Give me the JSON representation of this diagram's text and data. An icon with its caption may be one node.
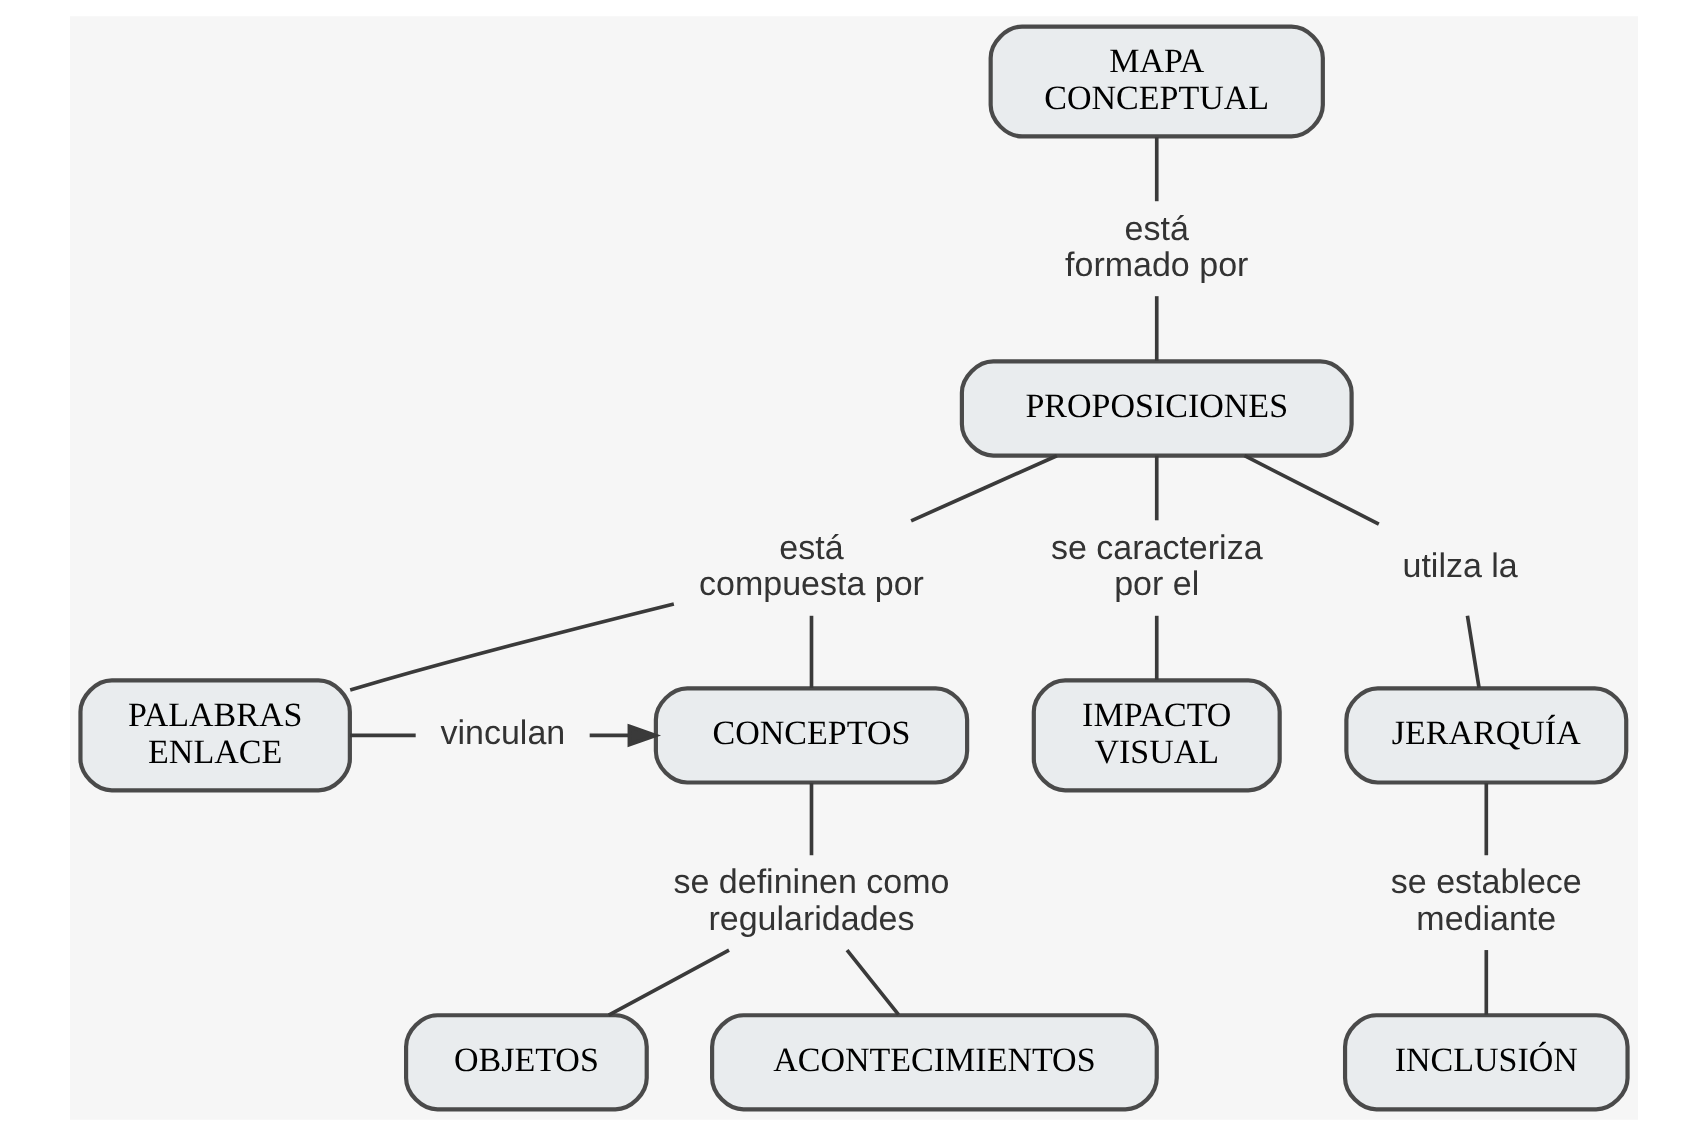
{
  "diagram": {
    "nodes": [
      {
        "text": [
          "MAPA CONCEPTUAL"
        ]
      },
      {
        "text": [
          "está formado por"
        ]
      },
      {
        "text": [
          "PROPOSICIONES"
        ]
      },
      {
        "text": [
          "está compuesta por"
        ]
      },
      {
        "text": [
          "se caracteriza por el"
        ]
      },
      {
        "text": [
          "utilza la"
        ]
      },
      {
        "text": [
          "CONCEPTOS"
        ]
      },
      {
        "text": [
          "vinculan"
        ]
      },
      {
        "text": [
          "PALABRAS ENLACE"
        ]
      },
      {
        "text": [
          "JERARQUÍA"
        ]
      },
      {
        "text": [
          "se defininen como regularidades"
        ]
      },
      {
        "text": [
          "se establece mediante"
        ]
      },
      {
        "text": [
          "IMPACTO VISUAL"
        ]
      },
      {
        "text": [
          "INCLUSIÓN"
        ]
      },
      {
        "text": [
          "OBJETOS"
        ]
      },
      {
        "text": [
          "ACONTECIMIENTOS"
        ]
      }
    ],
    "edges": [
      {
        "from": 0,
        "to": 1,
        "arrow": "none"
      },
      {
        "from": 1,
        "to": 2,
        "arrow": "none"
      },
      {
        "from": 2,
        "to": 3,
        "arrow": "none"
      },
      {
        "from": 3,
        "to": 6,
        "arrow": "none"
      },
      {
        "from": 3,
        "to": 8,
        "arrow": "none"
      },
      {
        "from": 2,
        "to": 4,
        "arrow": "none"
      },
      {
        "from": 4,
        "to": 12,
        "arrow": "none"
      },
      {
        "from": 2,
        "to": 5,
        "arrow": "none"
      },
      {
        "from": 5,
        "to": 9,
        "arrow": "none"
      },
      {
        "from": 8,
        "to": 7,
        "arrow": "none"
      },
      {
        "from": 7,
        "to": 6,
        "arrow": "to"
      },
      {
        "from": 6,
        "to": 10,
        "arrow": "none"
      },
      {
        "from": 10,
        "to": 14,
        "arrow": "none"
      },
      {
        "from": 10,
        "to": 15,
        "arrow": "none"
      },
      {
        "from": 9,
        "to": 11,
        "arrow": "none"
      },
      {
        "from": 11,
        "to": 13,
        "arrow": "none"
      }
    ]
  }
}
